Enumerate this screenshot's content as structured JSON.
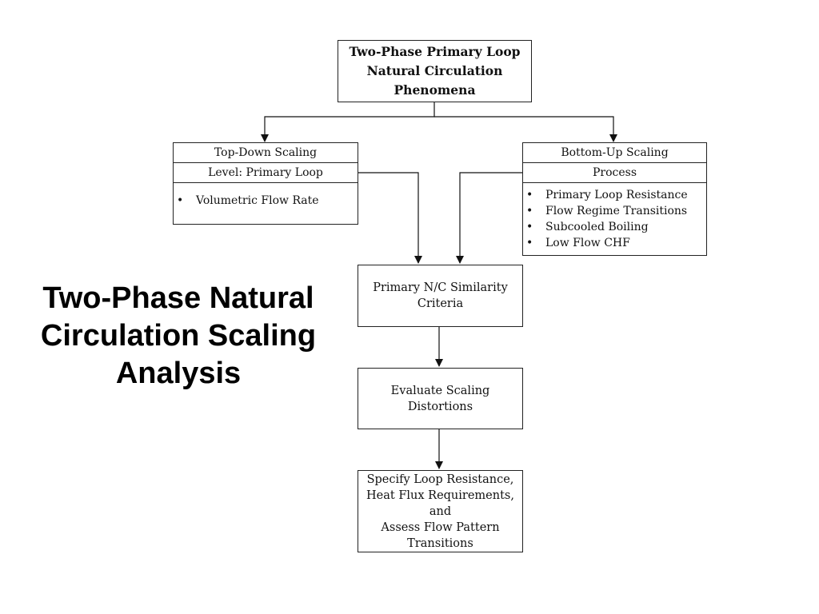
{
  "slide_title": [
    "Two-Phase Natural",
    "Circulation Scaling",
    "Analysis"
  ],
  "root": [
    "Two-Phase Primary Loop",
    "Natural Circulation",
    "Phenomena"
  ],
  "top_down": {
    "title": "Top-Down Scaling",
    "level": "Level:  Primary Loop",
    "items": [
      "Volumetric Flow Rate"
    ]
  },
  "bottom_up": {
    "title": "Bottom-Up Scaling",
    "level": "Process",
    "items": [
      "Primary Loop Resistance",
      "Flow Regime Transitions",
      "Subcooled Boiling",
      "Low Flow CHF"
    ]
  },
  "similarity": [
    "Primary N/C Similarity",
    "Criteria"
  ],
  "evaluate": [
    "Evaluate Scaling",
    "Distortions"
  ],
  "specify": [
    "Specify Loop Resistance,",
    "Heat Flux Requirements, and",
    "Assess Flow Pattern",
    "Transitions"
  ]
}
